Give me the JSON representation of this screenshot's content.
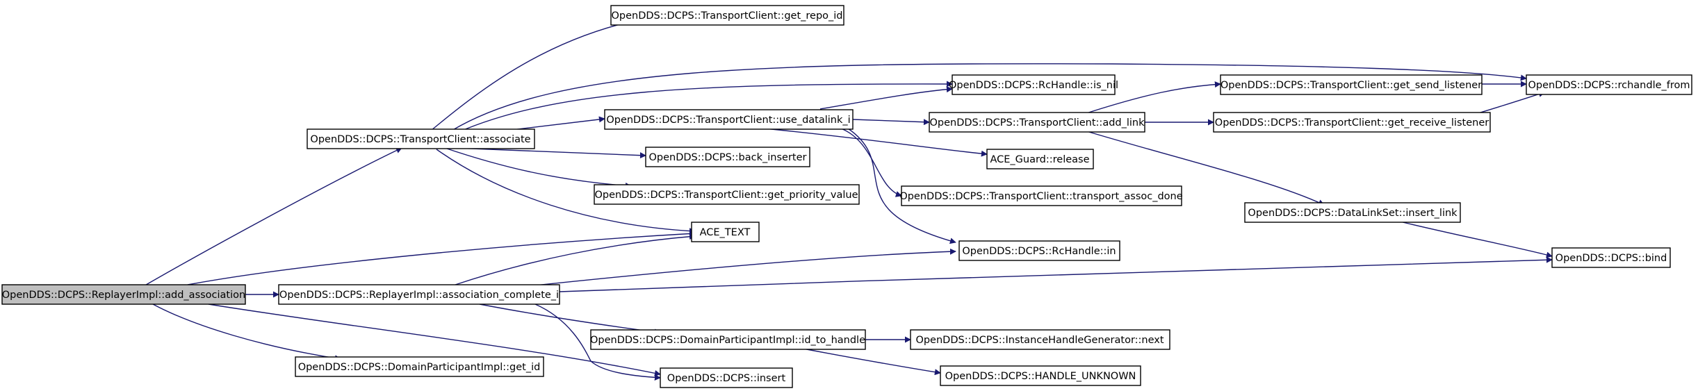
{
  "colors": {
    "edge": "#191970",
    "node_fill": "#ffffff",
    "root_fill": "#bfbfbf",
    "node_border": "#000000"
  },
  "nodes": {
    "add_association": "OpenDDS::DCPS::ReplayerImpl::add_association",
    "associate": "OpenDDS::DCPS::TransportClient::associate",
    "get_repo_id": "OpenDDS::DCPS::TransportClient::get_repo_id",
    "is_nil": "OpenDDS::DCPS::RcHandle::is_nil",
    "rchandle_from": "OpenDDS::DCPS::rchandle_from",
    "use_datalink_i": "OpenDDS::DCPS::TransportClient::use_datalink_i",
    "add_link": "OpenDDS::DCPS::TransportClient::add_link",
    "get_send_listener": "OpenDDS::DCPS::TransportClient::get_send_listener",
    "get_receive_listener": "OpenDDS::DCPS::TransportClient::get_receive_listener",
    "ace_guard_release": "ACE_Guard::release",
    "back_inserter": "OpenDDS::DCPS::back_inserter",
    "get_priority_value": "OpenDDS::DCPS::TransportClient::get_priority_value",
    "transport_assoc_done": "OpenDDS::DCPS::TransportClient::transport_assoc_done",
    "insert_link": "OpenDDS::DCPS::DataLinkSet::insert_link",
    "ace_text": "ACE_TEXT",
    "rchandle_in": "OpenDDS::DCPS::RcHandle::in",
    "bind": "OpenDDS::DCPS::bind",
    "association_complete_i": "OpenDDS::DCPS::ReplayerImpl::association_complete_i",
    "id_to_handle": "OpenDDS::DCPS::DomainParticipantImpl::id_to_handle",
    "instance_next": "OpenDDS::DCPS::InstanceHandleGenerator::next",
    "handle_unknown": "OpenDDS::DCPS::HANDLE_UNKNOWN",
    "get_id": "OpenDDS::DCPS::DomainParticipantImpl::get_id",
    "insert": "OpenDDS::DCPS::insert"
  },
  "edges": [
    [
      "add_association",
      "associate"
    ],
    [
      "add_association",
      "ace_text"
    ],
    [
      "add_association",
      "association_complete_i"
    ],
    [
      "add_association",
      "get_id"
    ],
    [
      "add_association",
      "insert"
    ],
    [
      "associate",
      "get_repo_id"
    ],
    [
      "associate",
      "rchandle_from"
    ],
    [
      "associate",
      "is_nil"
    ],
    [
      "associate",
      "use_datalink_i"
    ],
    [
      "associate",
      "back_inserter"
    ],
    [
      "associate",
      "get_priority_value"
    ],
    [
      "associate",
      "ace_text"
    ],
    [
      "use_datalink_i",
      "is_nil"
    ],
    [
      "use_datalink_i",
      "add_link"
    ],
    [
      "use_datalink_i",
      "ace_guard_release"
    ],
    [
      "use_datalink_i",
      "transport_assoc_done"
    ],
    [
      "use_datalink_i",
      "rchandle_in"
    ],
    [
      "add_link",
      "get_send_listener"
    ],
    [
      "add_link",
      "get_receive_listener"
    ],
    [
      "add_link",
      "insert_link"
    ],
    [
      "get_send_listener",
      "rchandle_from"
    ],
    [
      "get_receive_listener",
      "rchandle_from"
    ],
    [
      "insert_link",
      "bind"
    ],
    [
      "association_complete_i",
      "ace_text"
    ],
    [
      "association_complete_i",
      "rchandle_in"
    ],
    [
      "association_complete_i",
      "bind"
    ],
    [
      "association_complete_i",
      "id_to_handle"
    ],
    [
      "association_complete_i",
      "insert"
    ],
    [
      "id_to_handle",
      "instance_next"
    ],
    [
      "id_to_handle",
      "handle_unknown"
    ]
  ]
}
